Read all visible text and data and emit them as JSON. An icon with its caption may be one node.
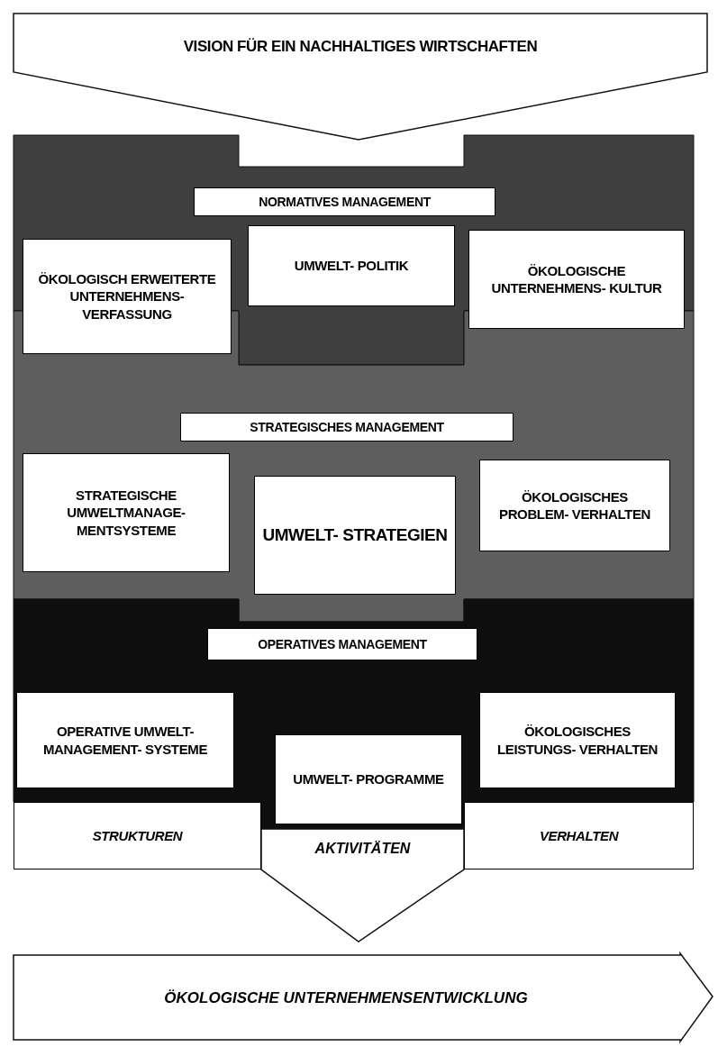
{
  "diagram": {
    "nodes": [
      {
        "text": [
          "VISION FÜR EIN NACHHALTIGES WIRTSCHAFTEN"
        ]
      },
      {
        "text": [
          "NORMATIVES MANAGEMENT"
        ]
      },
      {
        "text": [
          "ÖKOLOGISCH ERWEITERTE UNTERNEHMENS- VERFASSUNG"
        ],
        "in": 1
      },
      {
        "text": [
          "UMWELT- POLITIK"
        ],
        "in": 1
      },
      {
        "text": [
          "ÖKOLOGISCHE UNTERNEHMENS- KULTUR"
        ],
        "in": 1
      },
      {
        "text": [
          "STRATEGISCHES MANAGEMENT"
        ]
      },
      {
        "text": [
          "STRATEGISCHE UMWELTMANAGE- MENTSYSTEME"
        ],
        "in": 5
      },
      {
        "text": [
          "UMWELT- STRATEGIEN"
        ],
        "in": 5
      },
      {
        "text": [
          "ÖKOLOGISCHES PROBLEM- VERHALTEN"
        ],
        "in": 5
      },
      {
        "text": [
          "OPERATIVES MANAGEMENT"
        ]
      },
      {
        "text": [
          "OPERATIVE UMWELT- MANAGEMENT- SYSTEME"
        ],
        "in": 9
      },
      {
        "text": [
          "UMWELT- PROGRAMME"
        ],
        "in": 9
      },
      {
        "text": [
          "ÖKOLOGISCHES LEISTUNGS- VERHALTEN"
        ],
        "in": 9
      },
      {
        "text": [
          "STRUKTUREN"
        ]
      },
      {
        "text": [
          "AKTIVITÄTEN"
        ]
      },
      {
        "text": [
          "VERHALTEN"
        ]
      },
      {
        "text": [
          "ÖKOLOGISCHE UNTERNEHMENSENTWICKLUNG"
        ]
      }
    ]
  }
}
